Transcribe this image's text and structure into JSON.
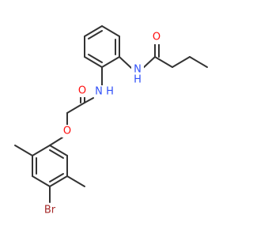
{
  "molecule": {
    "atom_labels": {
      "o_amide_top": "O",
      "nh_top": "H",
      "nh_top_n": "N",
      "o_amide_mid": "O",
      "nh_mid_n": "N",
      "nh_mid_h": "H",
      "o_ether": "O",
      "br": "Br"
    },
    "colors": {
      "bond": "#333333",
      "oxygen": "#ff0d0d",
      "nitrogen": "#3050f8",
      "bromine": "#a62929"
    }
  }
}
